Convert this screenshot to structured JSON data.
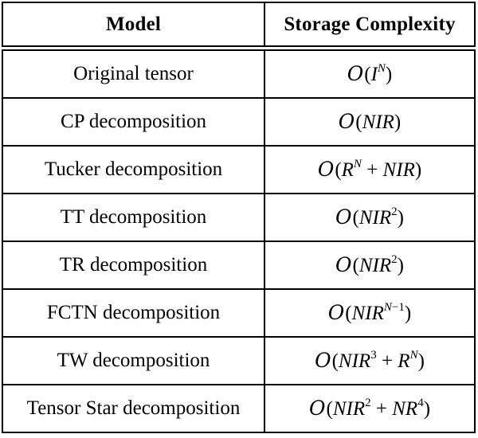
{
  "page": {
    "background_color": "#ffffff",
    "border_color": "#000000",
    "text_color": "#000000"
  },
  "table": {
    "headers": [
      "Model",
      "Storage Complexity"
    ],
    "rows": [
      {
        "model": "Original tensor",
        "complexity": "O(I^{N})"
      },
      {
        "model": "CP decomposition",
        "complexity": "O(NIR)"
      },
      {
        "model": "Tucker decomposition",
        "complexity": "O(R^{N} + NIR)"
      },
      {
        "model": "TT decomposition",
        "complexity": "O(NIR^{2})"
      },
      {
        "model": "TR decomposition",
        "complexity": "O(NIR^{2})"
      },
      {
        "model": "FCTN decomposition",
        "complexity": "O(NIR^{N−1})"
      },
      {
        "model": "TW decomposition",
        "complexity": "O(NIR^{3} + R^{N})"
      },
      {
        "model": "Tensor Star decomposition",
        "complexity": "O(NIR^{2} + NR^{4})"
      }
    ],
    "notation": {
      "big_o_symbol": "O",
      "style": "calligraphic"
    }
  }
}
